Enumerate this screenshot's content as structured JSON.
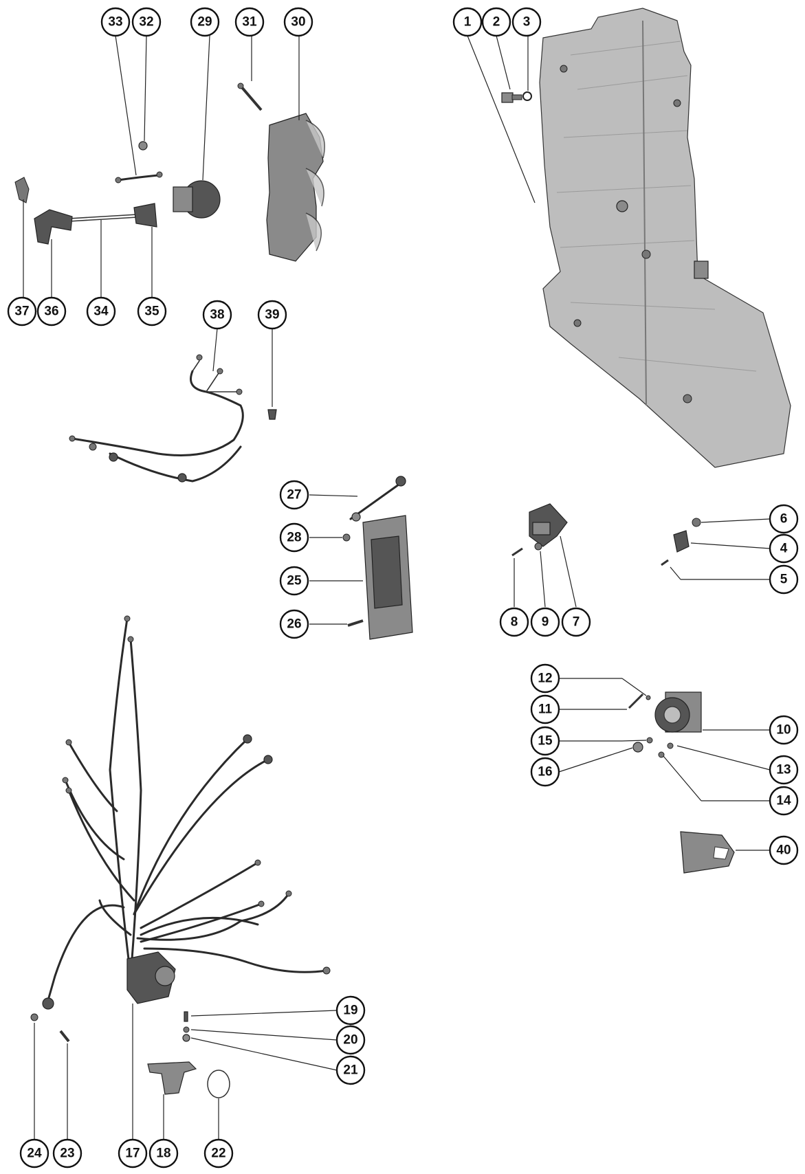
{
  "diagram": {
    "callouts": [
      {
        "id": "33",
        "label": "33"
      },
      {
        "id": "32",
        "label": "32"
      },
      {
        "id": "29",
        "label": "29"
      },
      {
        "id": "31",
        "label": "31"
      },
      {
        "id": "30",
        "label": "30"
      },
      {
        "id": "1",
        "label": "1"
      },
      {
        "id": "2",
        "label": "2"
      },
      {
        "id": "3",
        "label": "3"
      },
      {
        "id": "37",
        "label": "37"
      },
      {
        "id": "36",
        "label": "36"
      },
      {
        "id": "34",
        "label": "34"
      },
      {
        "id": "35",
        "label": "35"
      },
      {
        "id": "38",
        "label": "38"
      },
      {
        "id": "39",
        "label": "39"
      },
      {
        "id": "27",
        "label": "27"
      },
      {
        "id": "28",
        "label": "28"
      },
      {
        "id": "25",
        "label": "25"
      },
      {
        "id": "26",
        "label": "26"
      },
      {
        "id": "6",
        "label": "6"
      },
      {
        "id": "4",
        "label": "4"
      },
      {
        "id": "5",
        "label": "5"
      },
      {
        "id": "8",
        "label": "8"
      },
      {
        "id": "9",
        "label": "9"
      },
      {
        "id": "7",
        "label": "7"
      },
      {
        "id": "12",
        "label": "12"
      },
      {
        "id": "11",
        "label": "11"
      },
      {
        "id": "10",
        "label": "10"
      },
      {
        "id": "15",
        "label": "15"
      },
      {
        "id": "16",
        "label": "16"
      },
      {
        "id": "13",
        "label": "13"
      },
      {
        "id": "14",
        "label": "14"
      },
      {
        "id": "40",
        "label": "40"
      },
      {
        "id": "19",
        "label": "19"
      },
      {
        "id": "20",
        "label": "20"
      },
      {
        "id": "21",
        "label": "21"
      },
      {
        "id": "24",
        "label": "24"
      },
      {
        "id": "23",
        "label": "23"
      },
      {
        "id": "17",
        "label": "17"
      },
      {
        "id": "18",
        "label": "18"
      },
      {
        "id": "22",
        "label": "22"
      }
    ]
  }
}
